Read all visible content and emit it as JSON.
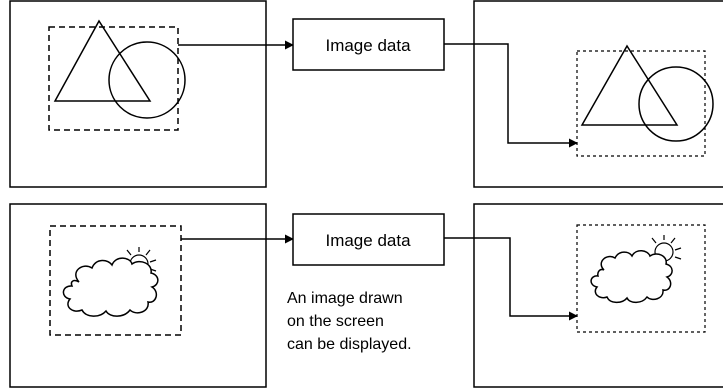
{
  "row1": {
    "box_label": "Image data"
  },
  "row2": {
    "box_label": "Image data"
  },
  "caption": {
    "line1": "An image drawn",
    "line2": "on the screen",
    "line3": "can be displayed."
  }
}
